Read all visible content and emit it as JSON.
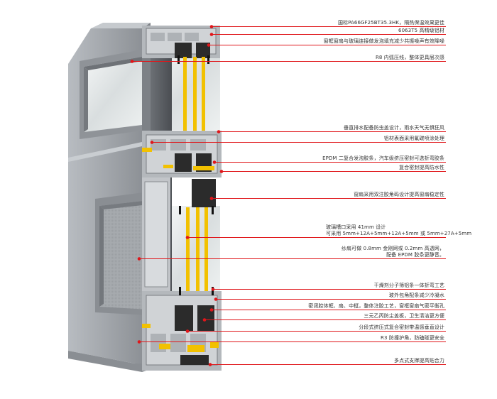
{
  "diagram": {
    "accent_color": "#e0161a",
    "frame_color": "#9a9ea3",
    "spacer_color": "#f2c100",
    "labels": [
      {
        "text": "国标PA66GF25BT35.3HK，隔热保温效果更佳"
      },
      {
        "text": "6063T5 高精级铝材"
      },
      {
        "text": "窗框窗扇与玻璃连接做发泡填充减少共振噪声有效降噪"
      },
      {
        "text": "R8 内弧压线，整体更具层次感"
      },
      {
        "text": "垂直排水配备防虫盖设计，雨水天气无惧狂风"
      },
      {
        "text": "铝材表面采用氟碳喷涂处理"
      },
      {
        "text": "EPDM 二复合发泡胶条，汽车级挤压密封可选折弯胶条"
      },
      {
        "text": "复合密封提高防水性"
      },
      {
        "text": "窗扇采用双注胶角码设计提高窗扇稳定性"
      },
      {
        "text": "玻璃槽口采用 41mm 设计",
        "sub": "可采用 5mm+12A+5mm+12A+5mm 或 5mm+27A+5mm"
      },
      {
        "text": "纱扇可做 0.8mm 金刚网或 0.2mm 高透网，",
        "sub": "配备 EPDM 胶条更静音。"
      },
      {
        "text": "干燥剂分子筛铝条一体折弯工艺"
      },
      {
        "text": "玻外包角配条减少冷凝水"
      },
      {
        "text": "密闭腔体框、扇、中梃，整体注胶工艺，窗框窗扇气密平衡孔"
      },
      {
        "text": "三元乙丙防尘盖板，卫生清洁更方便"
      },
      {
        "text": "分段式挤压式复合密封带温感垂直设计"
      },
      {
        "text": "R3 防撞护角，防磕碰更安全"
      },
      {
        "text": "多点式支撑提高贴合力"
      }
    ]
  }
}
